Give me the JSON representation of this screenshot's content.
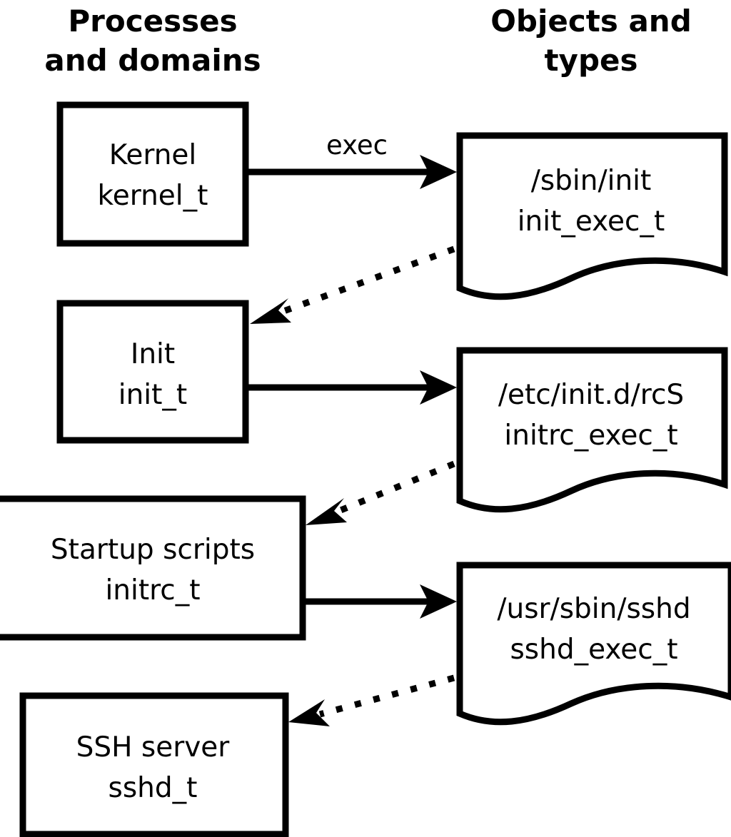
{
  "diagram": {
    "title_columns": [
      {
        "id": "processes",
        "line1": "Processes",
        "line2": "and domains"
      },
      {
        "id": "objects",
        "line1": "Objects and",
        "line2": "types"
      }
    ],
    "process_nodes": [
      {
        "id": "kernel",
        "line1": "Kernel",
        "line2": "kernel_t"
      },
      {
        "id": "init",
        "line1": "Init",
        "line2": "init_t"
      },
      {
        "id": "startup-scripts",
        "line1": "Startup scripts",
        "line2": "initrc_t"
      },
      {
        "id": "ssh-server",
        "line1": "SSH server",
        "line2": "sshd_t"
      }
    ],
    "object_nodes": [
      {
        "id": "sbin-init",
        "line1": "/sbin/init",
        "line2": "init_exec_t"
      },
      {
        "id": "etc-initd-rcs",
        "line1": "/etc/init.d/rcS",
        "line2": "initrc_exec_t"
      },
      {
        "id": "usr-sbin-sshd",
        "line1": "/usr/sbin/sshd",
        "line2": "sshd_exec_t"
      }
    ],
    "edges": [
      {
        "id": "kernel-exec-init",
        "from": "kernel",
        "to": "sbin-init",
        "label": "exec",
        "style": "solid"
      },
      {
        "id": "initexec-transition-init",
        "from": "sbin-init",
        "to": "init",
        "label": "",
        "style": "dotted"
      },
      {
        "id": "init-exec-rcs",
        "from": "init",
        "to": "etc-initd-rcs",
        "label": "",
        "style": "solid"
      },
      {
        "id": "rcs-transition-initrc",
        "from": "etc-initd-rcs",
        "to": "startup-scripts",
        "label": "",
        "style": "dotted"
      },
      {
        "id": "initrc-exec-sshd",
        "from": "startup-scripts",
        "to": "usr-sbin-sshd",
        "label": "",
        "style": "solid"
      },
      {
        "id": "sshdexec-transition-sshd",
        "from": "usr-sbin-sshd",
        "to": "ssh-server",
        "label": "",
        "style": "dotted"
      }
    ],
    "colors": {
      "stroke": "#000000",
      "fill": "#ffffff",
      "text": "#000000"
    }
  }
}
